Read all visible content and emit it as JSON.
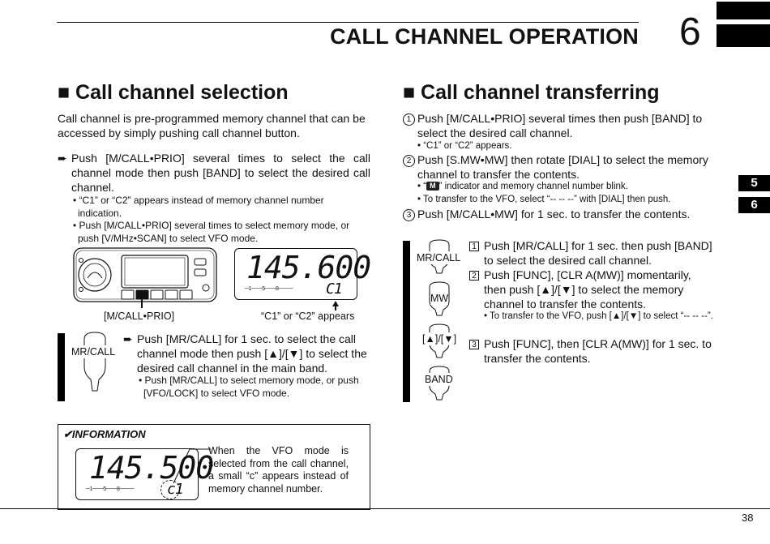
{
  "header": {
    "title": "CALL CHANNEL OPERATION",
    "chapter": "6"
  },
  "side_tabs": [
    "5",
    "6"
  ],
  "page_number": "38",
  "left": {
    "title": "■ Call channel selection",
    "intro": "Call channel is pre-programmed memory channel that can be accessed by simply pushing call channel button.",
    "step_main": "Push [M/CALL•PRIO] several times to select the call channel mode then push [BAND] to select the desired call channel.",
    "bullet1": "• “C1” or “C2” appears instead of memory channel number indication.",
    "bullet2": "• Push [M/CALL•PRIO] several times to select memory mode, or push [V/MHz•SCAN] to select VFO mode.",
    "radio_caption": "[M/CALL•PRIO]",
    "lcd_freq": "145.600",
    "lcd_ch": "C1",
    "lcd_scale": "─1───5───8────",
    "lcd_caption": "“C1” or “C2” appears",
    "mic_key_label": "MR/CALL",
    "mic_step": "Push [MR/CALL] for 1 sec. to select the call channel mode then push [▲]/[▼] to select the desired call channel in the main band.",
    "mic_bullet": "• Push [MR/CALL] to select memory mode, or push [VFO/LOCK] to select VFO mode."
  },
  "info": {
    "title": "✔INFORMATION",
    "lcd_freq": "145.500",
    "lcd_ch": "c1",
    "lcd_scale": "─1───5───8────",
    "text": "When the VFO mode is selected from the call channel, a small “c” appears instead of memory channel number."
  },
  "right": {
    "title": "■ Call channel transferring",
    "steps": [
      {
        "n": "1",
        "text": "Push [M/CALL•PRIO] several times then push [BAND] to select the desired call channel."
      },
      {
        "n": "2",
        "text": "Push [S.MW•MW] then rotate [DIAL] to select the memory channel to transfer the contents."
      },
      {
        "n": "3",
        "text": "Push [M/CALL•MW] for 1 sec. to transfer the contents."
      }
    ],
    "step1_bullet": "• “C1” or “C2” appears.",
    "step2_bullet1_pre": "• “",
    "step2_badge": "M",
    "step2_bullet1_post": "” indicator and memory channel number blink.",
    "step2_bullet2": "• To transfer to the VFO, select “-- -- --” with [DIAL] then push.",
    "mic_keys": [
      "MR/CALL",
      "MW",
      "[▲]/[▼]",
      "BAND"
    ],
    "mic_steps": [
      {
        "n": "1",
        "text": "Push [MR/CALL] for 1 sec. then push [BAND] to select the desired call channel."
      },
      {
        "n": "2",
        "text": "Push [FUNC], [CLR A(MW)] momentarily, then push [▲]/[▼] to select the memory channel to transfer the contents."
      },
      {
        "n": "3",
        "text": "Push [FUNC], then [CLR A(MW)] for 1 sec. to transfer the contents."
      }
    ],
    "mic_step2_bullet": "• To transfer to the VFO, push [▲]/[▼] to select “-- -- --”."
  }
}
